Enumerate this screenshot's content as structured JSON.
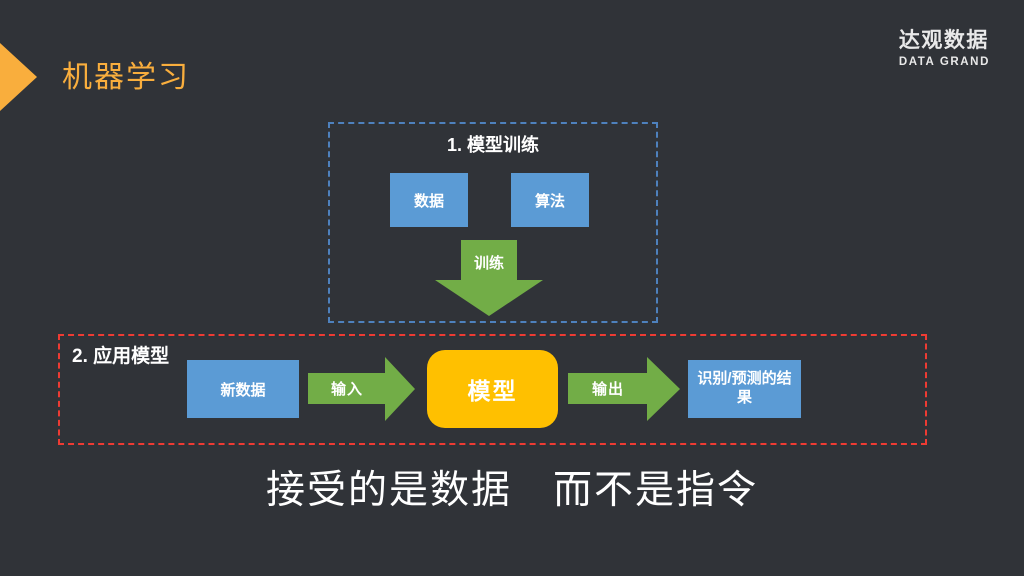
{
  "page": {
    "title": "机器学习",
    "caption": "接受的是数据　而不是指令"
  },
  "logo": {
    "cn": "达观数据",
    "en": "DATA GRAND"
  },
  "training": {
    "label": "1. 模型训练",
    "data_label": "数据",
    "algorithm_label": "算法",
    "arrow_label": "训练"
  },
  "apply": {
    "label": "2. 应用模型",
    "new_data_label": "新数据",
    "input_label": "输入",
    "model_label": "模型",
    "output_label": "输出",
    "result_label": "识别/预测的结果"
  },
  "colors": {
    "background": "#303338",
    "accent_orange": "#F9AE3D",
    "node_blue": "#5B9BD5",
    "arrow_green": "#72AD47",
    "model_yellow": "#FFC000",
    "training_border": "#4E81BD",
    "apply_border": "#EE3B33",
    "text_white": "#FFFFFF",
    "logo_text": "#E9E9E9"
  }
}
